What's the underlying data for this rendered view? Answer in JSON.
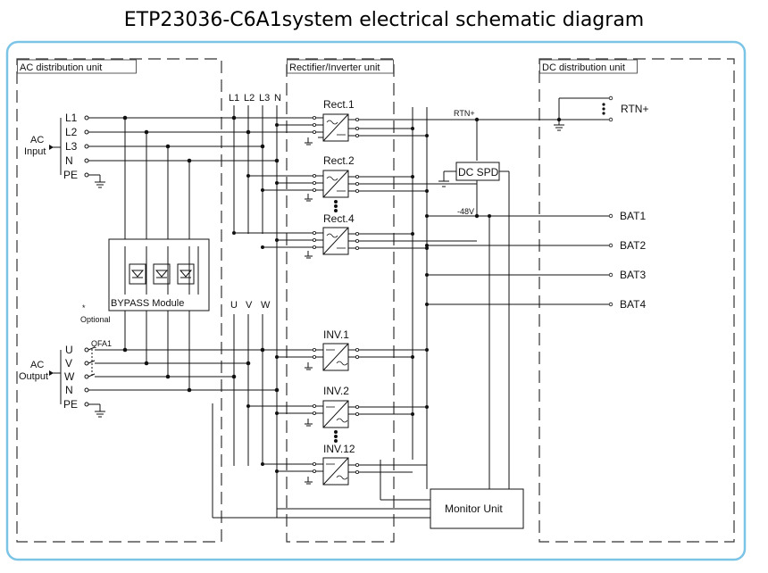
{
  "title": "ETP23036-C6A1system electrical schematic diagram",
  "units": {
    "ac": "AC distribution unit",
    "rect": "Rectifier/Inverter unit",
    "dc": "DC distribution unit"
  },
  "ac_input": {
    "label_line1": "AC",
    "label_line2": "Input",
    "lines": [
      "L1",
      "L2",
      "L3",
      "N",
      "PE"
    ]
  },
  "ac_output": {
    "label_line1": "AC",
    "label_line2": "Output",
    "lines": [
      "U",
      "V",
      "W",
      "N",
      "PE"
    ],
    "breaker": "QFA1"
  },
  "bus_labels": {
    "input": [
      "L1",
      "L2",
      "L3",
      "N"
    ],
    "output": [
      "U",
      "V",
      "W"
    ]
  },
  "bypass": {
    "label": "BYPASS Module",
    "note_mark": "*",
    "note": "Optional"
  },
  "rectifiers": [
    "Rect.1",
    "Rect.2",
    "Rect.4"
  ],
  "inverters": [
    "INV.1",
    "INV.2",
    "INV.12"
  ],
  "dc_bus": {
    "rtn_tag": "RTN+",
    "neg_tag": "-48V",
    "spd": "DC SPD",
    "rtn_out": "RTN+",
    "batteries": [
      "BAT1",
      "BAT2",
      "BAT3",
      "BAT4"
    ]
  },
  "monitor": "Monitor Unit",
  "colors": {
    "frame": "#7cc4e6",
    "line": "#111111",
    "dash": "#333333"
  }
}
